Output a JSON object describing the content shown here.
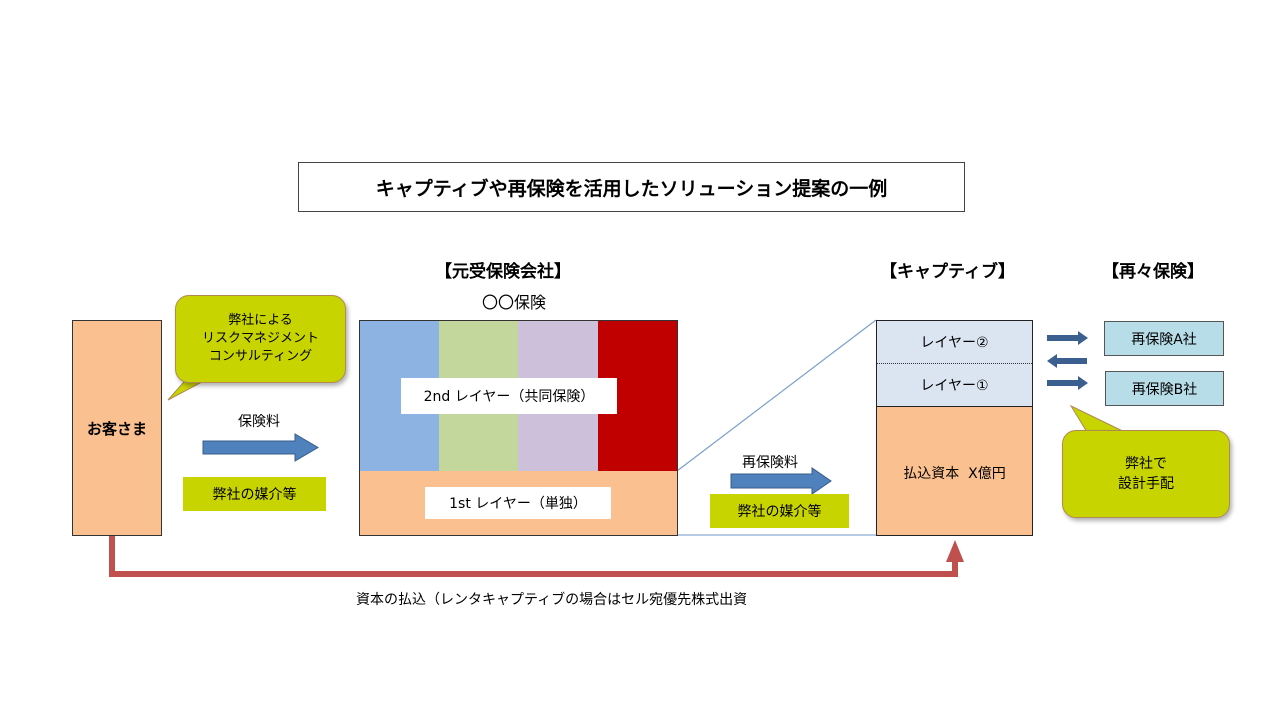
{
  "title": "キャプティブや再保険を活用したソリューション提案の一例",
  "customer": {
    "label": "お客さま"
  },
  "consulting_bubble": {
    "lines": [
      "弊社による",
      "リスクマネジメント",
      "コンサルティング"
    ]
  },
  "premium_label": "保険料",
  "brokerage_label": "弊社の媒介等",
  "primary_insurer": {
    "heading": "【元受保険会社】",
    "name": "〇〇保険",
    "layer2": "2nd レイヤー（共同保険）",
    "layer1": "1st レイヤー（単独）"
  },
  "reinsurance_premium_label": "再保険料",
  "captive": {
    "heading": "【キャプティブ】",
    "layer2": "レイヤー②",
    "layer1": "レイヤー①",
    "capital": "払込資本  X億円"
  },
  "retrocession": {
    "heading": "【再々保険】",
    "companies": [
      "再保険A社",
      "再保険B社"
    ]
  },
  "design_bubble": {
    "lines": [
      "弊社で",
      "設計手配"
    ]
  },
  "capital_caption": "資本の払込（レンタキャプティブの場合はセル宛優先株式出資",
  "colors": {
    "peach": "#fac090",
    "lime": "#c8d400",
    "blue_col": "#8db3e2",
    "green_col": "#c3d69b",
    "purple_col": "#ccc0da",
    "red_col": "#c00000",
    "captive_top": "#dbe5f1",
    "reinsurer": "#b7dde8",
    "arrow_blue": "#4f81bd",
    "arrow_red": "#c0504d"
  }
}
